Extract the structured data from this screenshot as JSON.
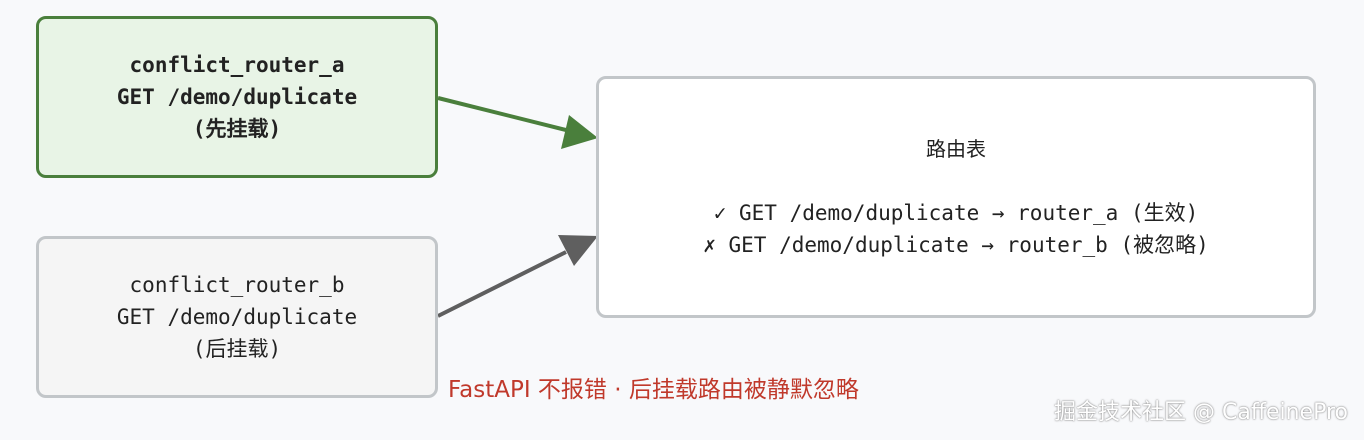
{
  "nodes": {
    "router_a": {
      "lines": [
        "conflict_router_a",
        "GET /demo/duplicate",
        "(先挂载)"
      ],
      "border_color": "#4a7f3c",
      "fill_color": "#e8f4e6"
    },
    "router_b": {
      "lines": [
        "conflict_router_b",
        "GET /demo/duplicate",
        "(后挂载)"
      ],
      "border_color": "#c2c6c9",
      "fill_color": "#f5f5f5"
    },
    "route_table": {
      "title": "路由表",
      "lines": [
        "✓ GET /demo/duplicate → router_a (生效)",
        "✗ GET /demo/duplicate → router_b (被忽略)"
      ]
    }
  },
  "edges": [
    {
      "from": "router_a",
      "to": "route_table",
      "color": "#4a7f3c"
    },
    {
      "from": "router_b",
      "to": "route_table",
      "color": "#5f5f5f"
    }
  ],
  "note": {
    "text": "FastAPI 不报错 · 后挂载路由被静默忽略",
    "color": "#c0392b"
  },
  "watermark": "掘金技术社区 @ CaffeinePro"
}
